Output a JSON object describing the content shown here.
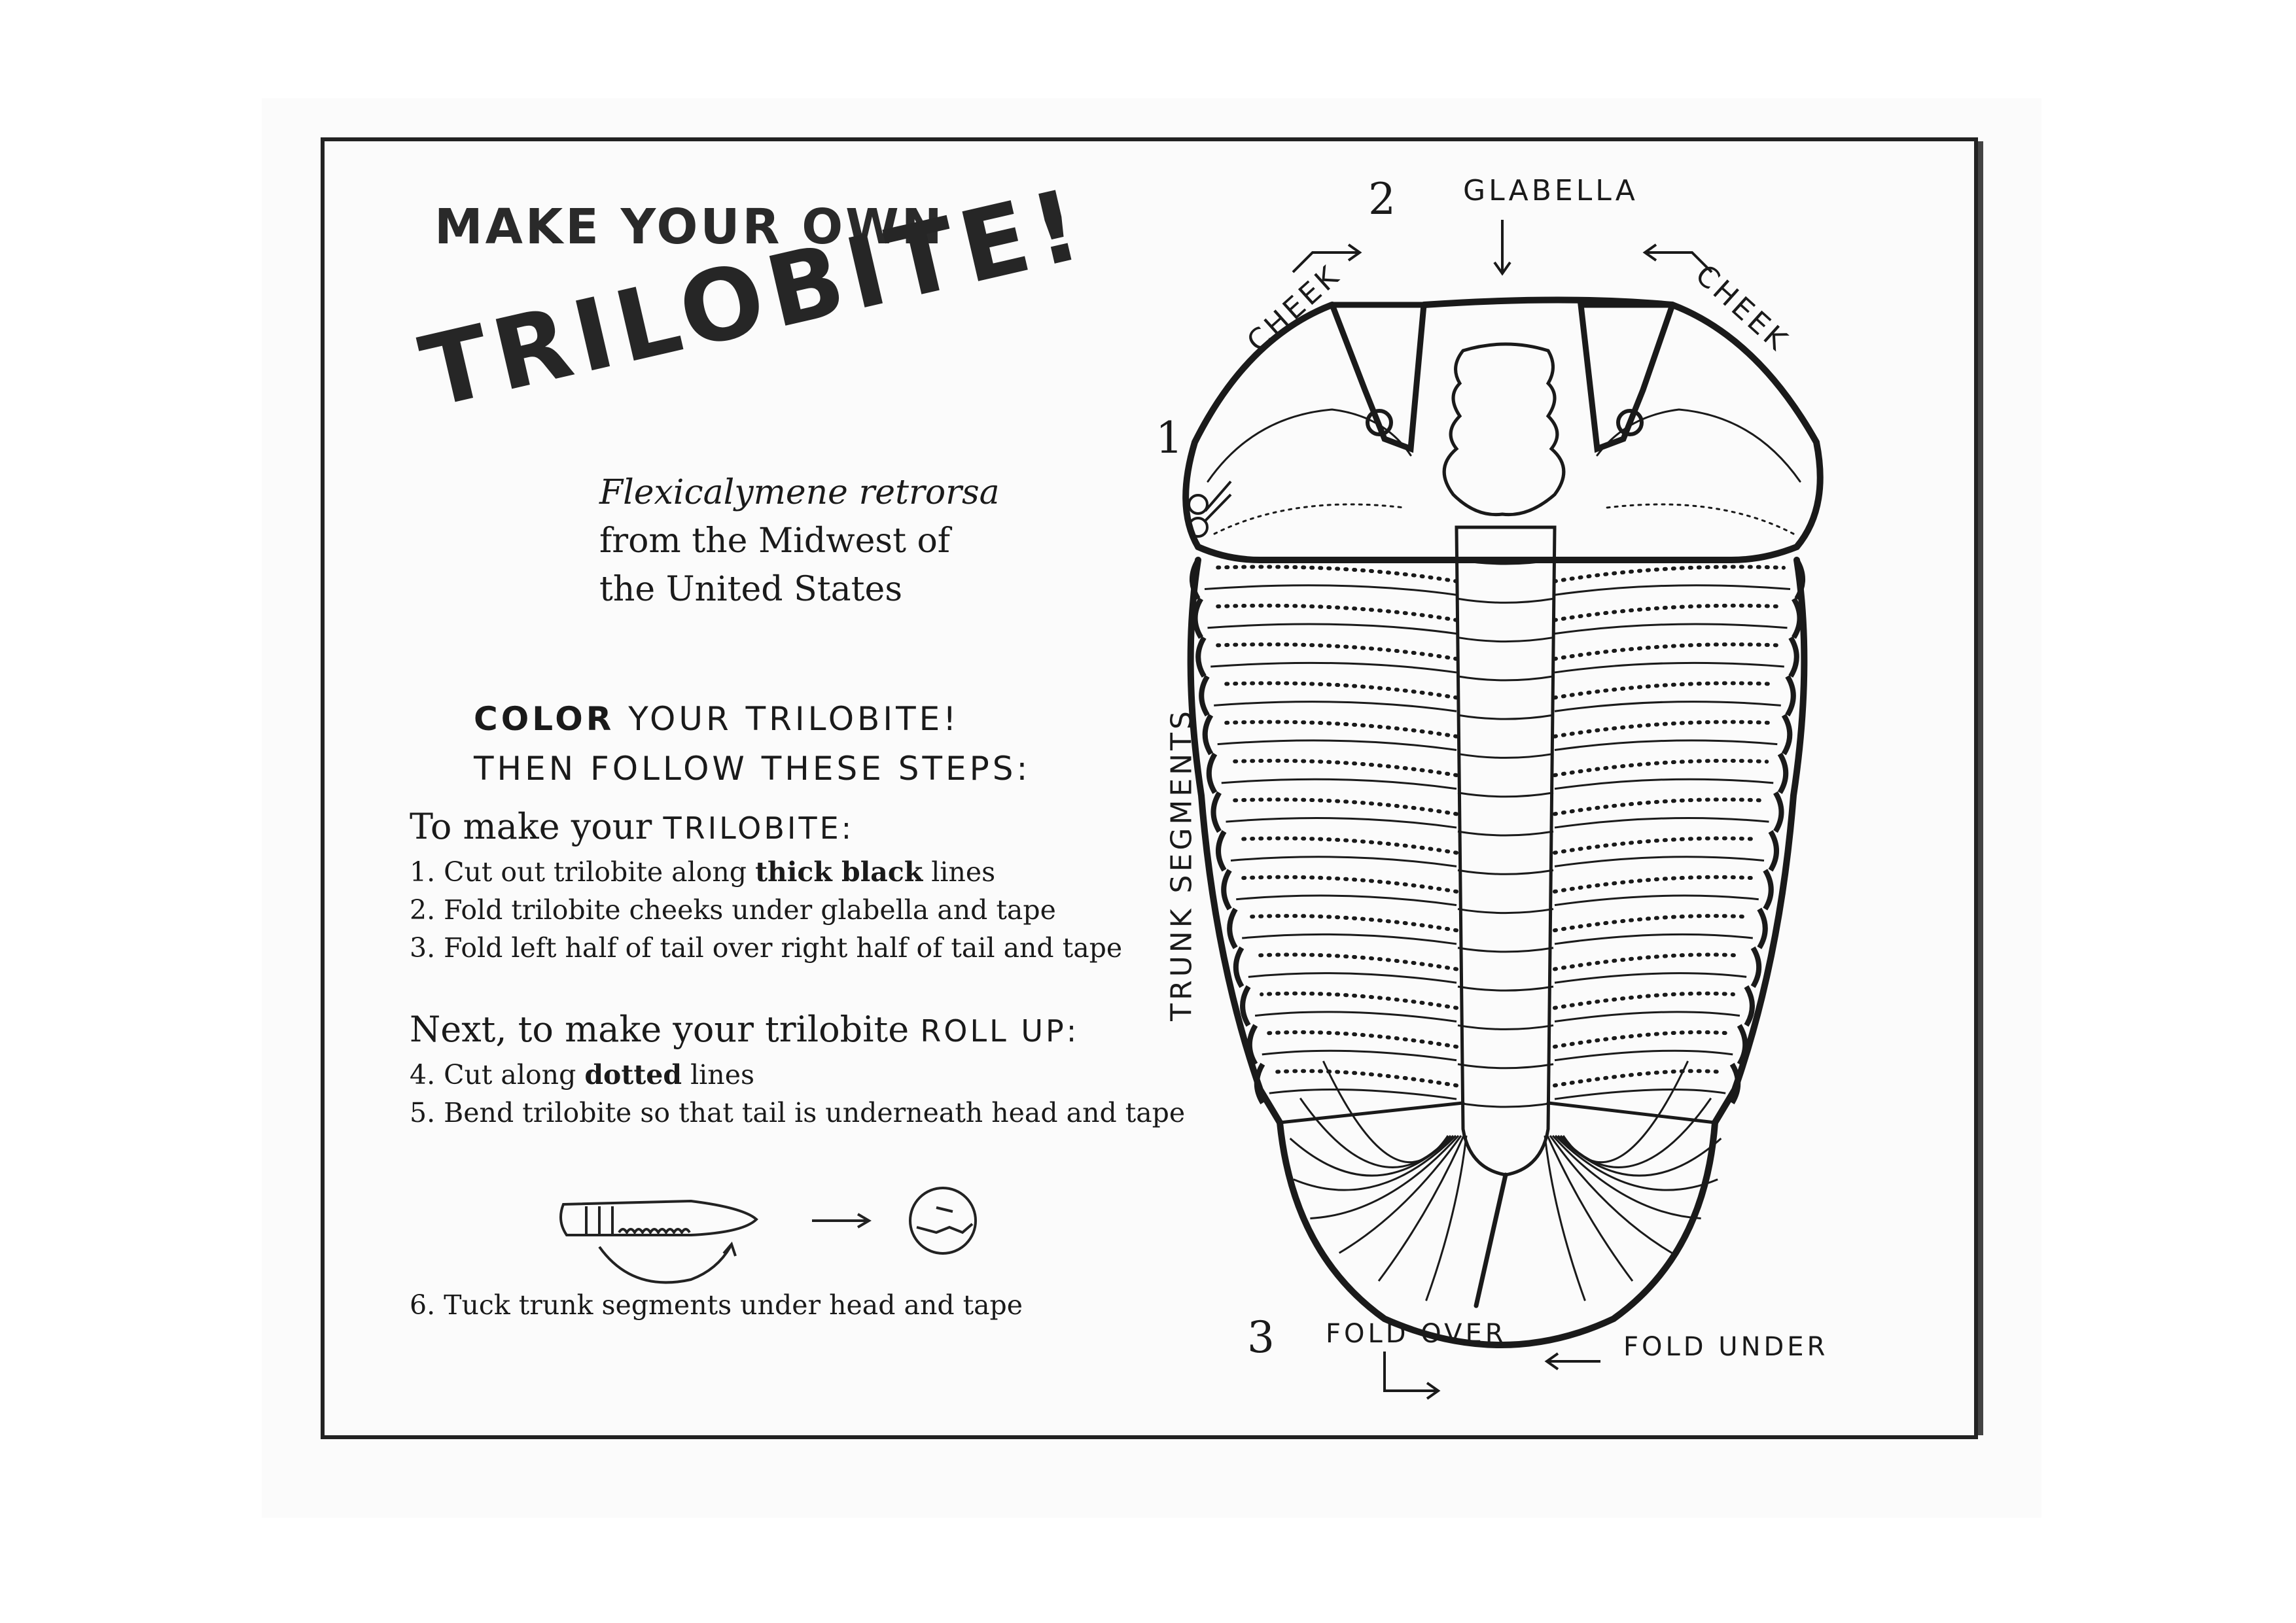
{
  "title": {
    "line1": "MAKE YOUR OWN",
    "line2": "TRILOBITE!"
  },
  "species": {
    "scientific_name": "Flexicalymene retrorsa",
    "line2": "from the Midwest of",
    "line3": "the United States"
  },
  "instructions": {
    "color_bold": "COLOR",
    "color_rest": " YOUR TRILOBITE!",
    "then_line": "THEN FOLLOW THESE STEPS:",
    "make_heading_prefix": "To make your ",
    "make_heading_caps": "TRILOBITE:",
    "step1_prefix": "1. Cut out trilobite along ",
    "step1_bold": "thick black",
    "step1_suffix": " lines",
    "step2": "2. Fold trilobite cheeks under glabella and tape",
    "step3": "3. Fold left half of tail over right half of tail and tape",
    "roll_heading_prefix": "Next, to make your trilobite ",
    "roll_heading_caps": "ROLL UP:",
    "step4_prefix": "4. Cut along ",
    "step4_bold": "dotted",
    "step4_suffix": " lines",
    "step5": "5. Bend trilobite so that tail is underneath head and tape",
    "step6": "6. Tuck trunk segments under head and tape"
  },
  "diagram": {
    "labels": {
      "glabella": "GLABELLA",
      "cheek_left": "CHEEK",
      "cheek_right": "CHEEK",
      "trunk_segments": "TRUNK SEGMENTS",
      "fold_over": "FOLD OVER",
      "fold_under": "FOLD UNDER"
    },
    "numbers": {
      "one": "1",
      "two": "2",
      "three": "3"
    }
  },
  "colors": {
    "ink": "#1a1a1a",
    "paper": "#ffffff"
  }
}
